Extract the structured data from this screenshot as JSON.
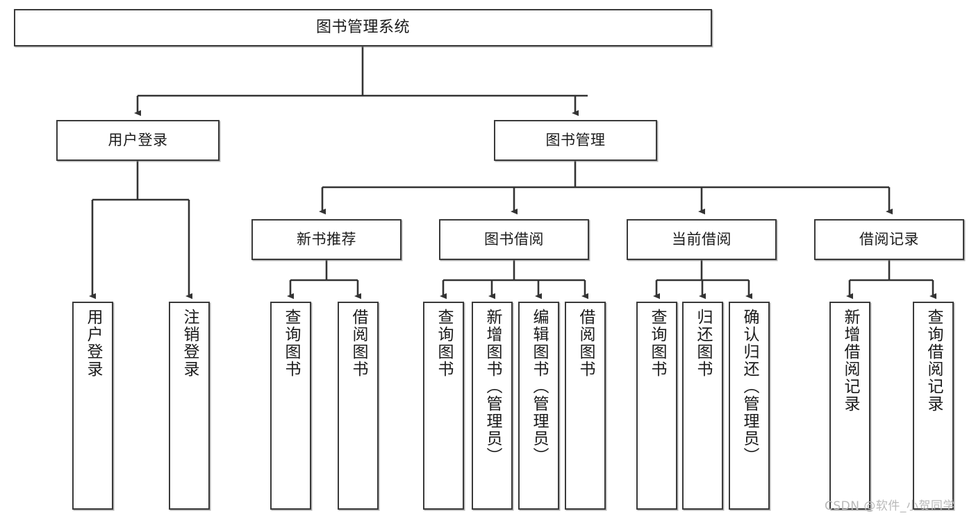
{
  "diagram": {
    "title": "图书管理系统",
    "watermark": "CSDN @软件_小贺同学",
    "colors": {
      "box_border": "#3a3a3a",
      "box_fill": "#ffffff",
      "connector": "#333333",
      "text": "#1b1b1b",
      "watermark": "#b9b9b9"
    },
    "root": {
      "label": "图书管理系统"
    },
    "level2": [
      {
        "label": "用户登录"
      },
      {
        "label": "图书管理"
      }
    ],
    "level3": [
      {
        "label": "新书推荐"
      },
      {
        "label": "图书借阅"
      },
      {
        "label": "当前借阅"
      },
      {
        "label": "借阅记录"
      }
    ],
    "leaves": {
      "user_login": [
        {
          "label": "用户登录"
        },
        {
          "label": "注销登录"
        }
      ],
      "new_book_recommend": [
        {
          "label": "查询图书"
        },
        {
          "label": "借阅图书"
        }
      ],
      "book_borrow": [
        {
          "label": "查询图书"
        },
        {
          "label": "新增图书（管理员）"
        },
        {
          "label": "编辑图书（管理员）"
        },
        {
          "label": "借阅图书"
        }
      ],
      "current_borrow": [
        {
          "label": "查询图书"
        },
        {
          "label": "归还图书"
        },
        {
          "label": "确认归还（管理员）"
        }
      ],
      "borrow_record": [
        {
          "label": "新增借阅记录"
        },
        {
          "label": "查询借阅记录"
        }
      ]
    }
  }
}
